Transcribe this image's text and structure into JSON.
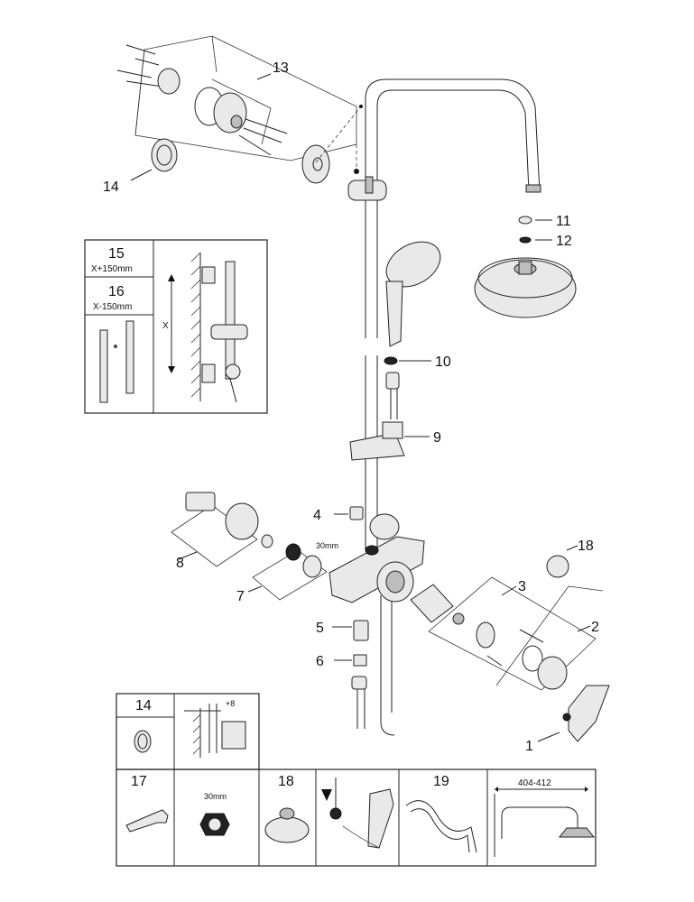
{
  "callouts": {
    "c1": "1",
    "c2": "2",
    "c3": "3",
    "c4": "4",
    "c5": "5",
    "c6": "6",
    "c7": "7",
    "c8": "8",
    "c9": "9",
    "c10": "10",
    "c11": "11",
    "c12": "12",
    "c13": "13",
    "c14": "14",
    "c18": "18"
  },
  "annotations": {
    "nut_size": "30mm"
  },
  "inset_rail": {
    "label15": "15",
    "label15_sub": "X+150mm",
    "label16": "16",
    "label16_sub": "X-150mm",
    "dimension_label": "X"
  },
  "bottom_table": {
    "cell14": "14",
    "dim_plus8": "+8",
    "cell17": "17",
    "nut_size": "30mm",
    "cell18": "18",
    "cell19": "19",
    "dim_range": "404-412"
  }
}
